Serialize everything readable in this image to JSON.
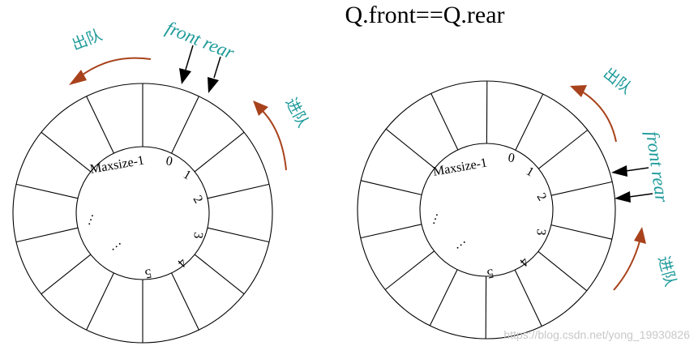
{
  "title": "Q.front==Q.rear",
  "left_queue": {
    "dequeue_label": "出队",
    "enqueue_label": "进队",
    "pointer_label": "front rear",
    "indices": [
      "Maxsize-1",
      "0",
      "1",
      "2",
      "3",
      "4",
      "5",
      "…",
      "…"
    ]
  },
  "right_queue": {
    "dequeue_label": "出队",
    "enqueue_label": "进队",
    "pointer_label": "front rear",
    "indices": [
      "Maxsize-1",
      "0",
      "1",
      "2",
      "3",
      "4",
      "5",
      "…",
      "…"
    ]
  },
  "watermark": "https://blog.csdn.net/yong_19930826",
  "colors": {
    "label": "#1f9a9a",
    "arrow": "#a8421c",
    "line": "#000000"
  }
}
